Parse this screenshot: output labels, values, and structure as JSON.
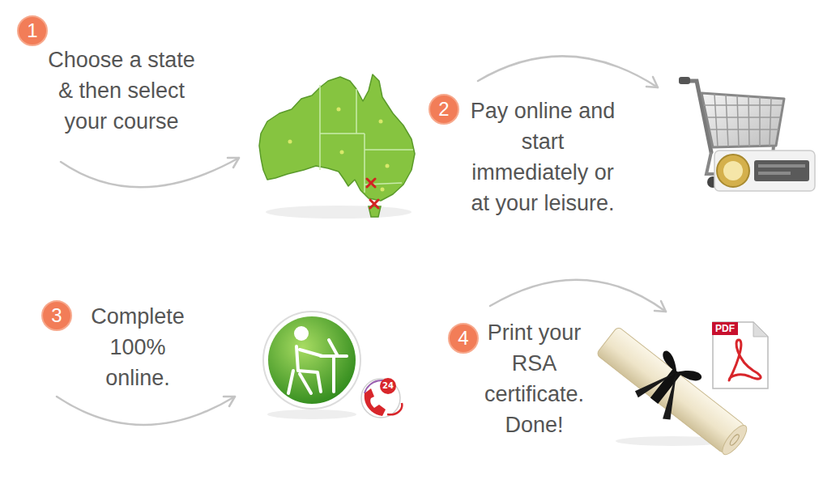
{
  "diagram": {
    "nodes": [
      {
        "text": [
          "1"
        ]
      },
      {
        "text": [
          "2"
        ]
      },
      {
        "text": [
          "3"
        ]
      },
      {
        "text": [
          "4"
        ]
      }
    ],
    "labels": [
      "Choose a state & then select your course",
      "Pay online and start immediately or at your leisure.",
      "Complete 100% online.",
      "Print your RSA certificate. Done!",
      "24",
      "PDF"
    ]
  }
}
